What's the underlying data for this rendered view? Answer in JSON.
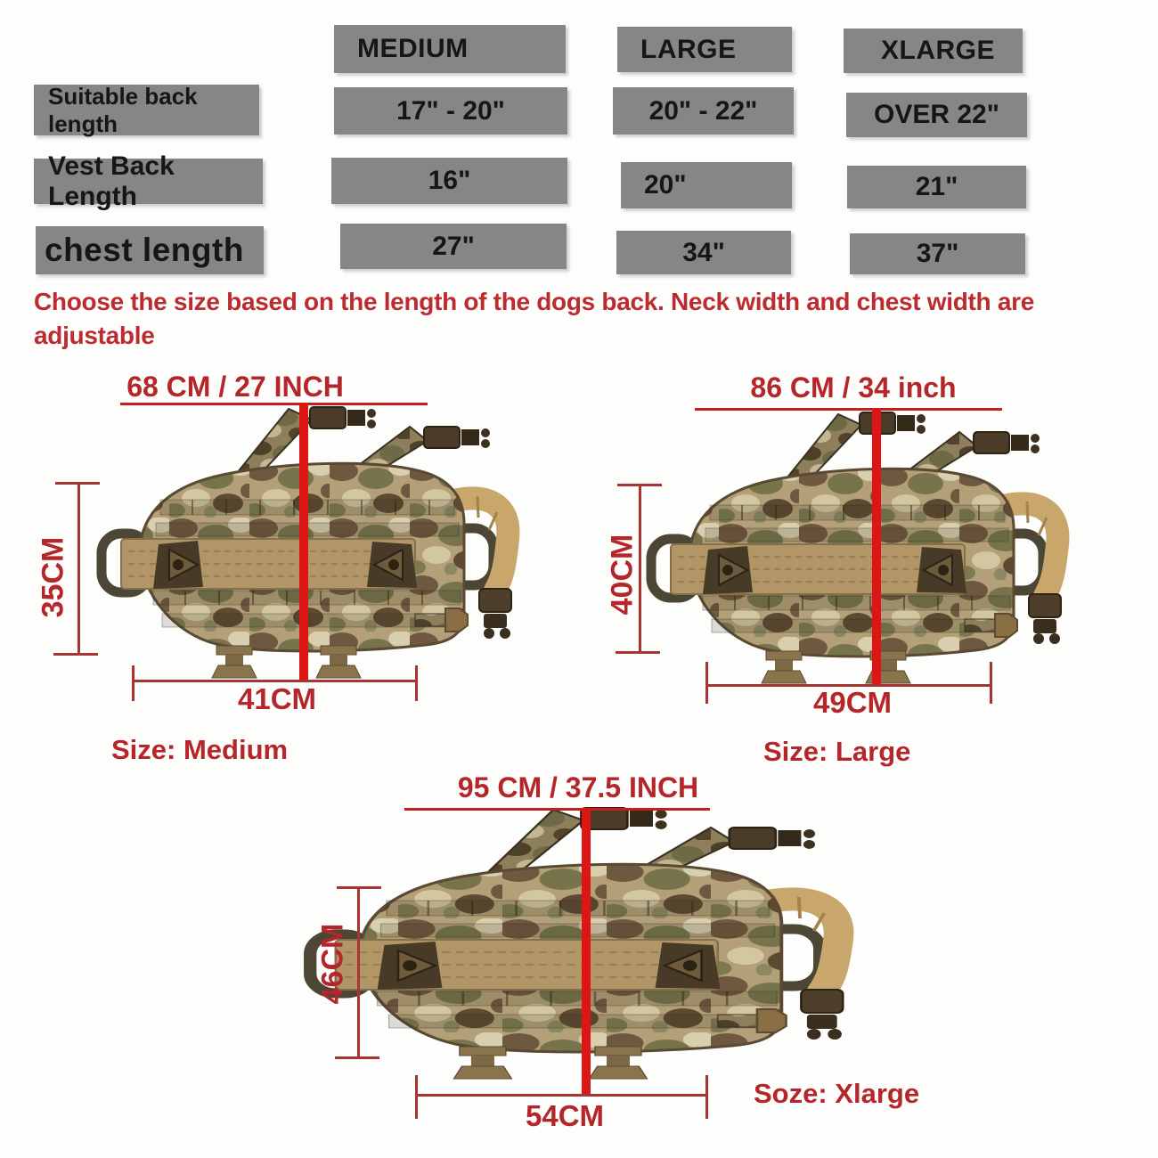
{
  "size_table": {
    "columns": [
      {
        "label": "MEDIUM"
      },
      {
        "label": "LARGE"
      },
      {
        "label": "XLARGE"
      }
    ],
    "rows": [
      {
        "label": "Suitable back length",
        "values": [
          "17\" - 20\"",
          "20\" - 22\"",
          "OVER 22\""
        ]
      },
      {
        "label": "Vest Back  Length",
        "values": [
          "16\"",
          "20\"",
          "21\""
        ]
      },
      {
        "label": "chest length",
        "values": [
          "27\"",
          "34\"",
          "37\""
        ]
      }
    ]
  },
  "note": {
    "text": "Choose the size based on the length of the dogs back. Neck width and chest width are adjustable"
  },
  "diagrams": [
    {
      "name": "medium",
      "top_length_label": "68 CM / 27 INCH",
      "side_height_label": "35CM",
      "bottom_width_label": "41CM",
      "size_label": "Size: Medium"
    },
    {
      "name": "large",
      "top_length_label": "86 CM / 34 inch",
      "side_height_label": "40CM",
      "bottom_width_label": "49CM",
      "size_label": "Size: Large"
    },
    {
      "name": "xlarge",
      "top_length_label": "95 CM / 37.5 INCH",
      "side_height_label": "46CM",
      "bottom_width_label": "54CM",
      "size_label": "Soze: Xlarge"
    }
  ],
  "colors": {
    "accent_red_text": "#b5262b",
    "bright_red_line": "#dd1515",
    "dim_red_line": "#a83434",
    "table_box_gray": "#868686",
    "table_text": "#161616",
    "camo_tan": "#b3a078",
    "camo_brown": "#6f5840",
    "camo_olive": "#77744c",
    "panel_tan": "#b29668"
  }
}
